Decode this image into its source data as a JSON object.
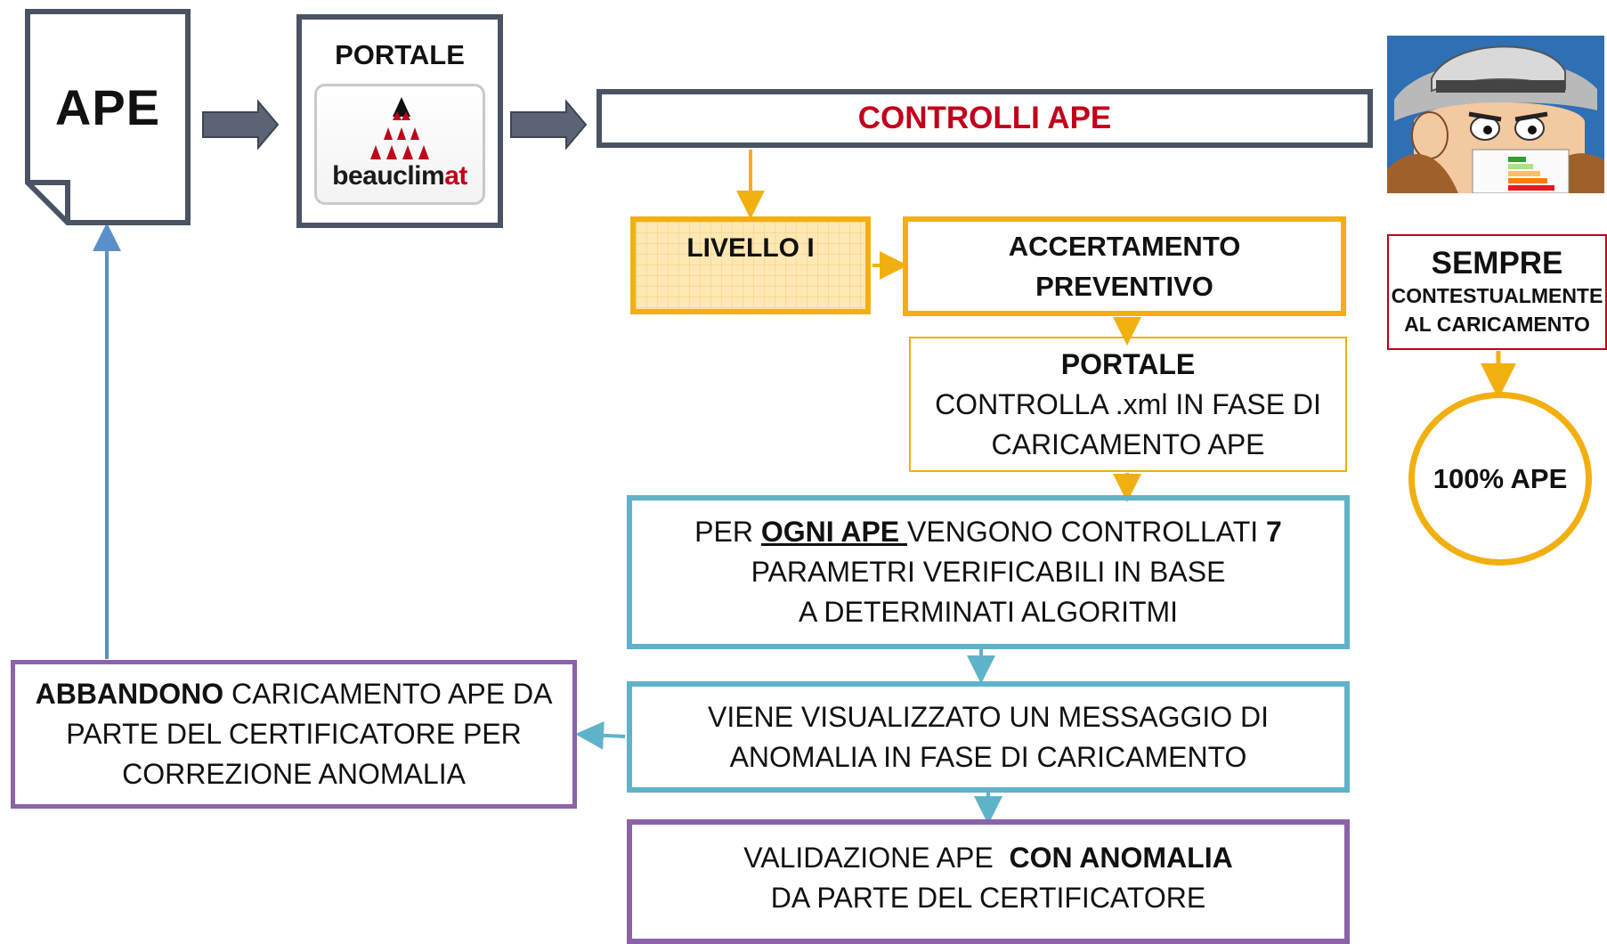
{
  "ape": {
    "label": "APE"
  },
  "portale": {
    "title": "PORTALE",
    "logo_text_a": "beauclim",
    "logo_text_b": "at"
  },
  "controlli": {
    "title": "CONTROLLI APE"
  },
  "livello": {
    "label": "LIVELLO I"
  },
  "accertamento": {
    "line1": "ACCERTAMENTO",
    "line2": "PREVENTIVO"
  },
  "portale_check": {
    "title": "PORTALE",
    "line1": "CONTROLLA .xml IN FASE DI",
    "line2": "CARICAMENTO APE"
  },
  "per_ogni": {
    "pre": "PER ",
    "emph": "OGNI APE ",
    "mid": "VENGONO CONTROLLATI ",
    "num": "7",
    "line2": "PARAMETRI VERIFICABILI IN BASE",
    "line3": "A DETERMINATI ALGORITMI"
  },
  "messaggio": {
    "line1": "VIENE VISUALIZZATO UN MESSAGGIO DI",
    "line2": "ANOMALIA IN FASE DI CARICAMENTO"
  },
  "validazione": {
    "pre": "VALIDAZIONE APE  ",
    "emph": "CON ANOMALIA",
    "line2": "DA PARTE DEL CERTIFICATORE"
  },
  "abbandono": {
    "emph": "ABBANDONO",
    "rest": " CARICAMENTO APE DA",
    "line2": "PARTE DEL CERTIFICATORE PER",
    "line3": "CORREZIONE ANOMALIA"
  },
  "sempre": {
    "big": "SEMPRE",
    "line1": "CONTESTUALMENTE",
    "line2": "AL CARICAMENTO"
  },
  "circle": {
    "label": "100% APE"
  },
  "colors": {
    "red": "#c0001a",
    "gray_arrow": "#5b6474",
    "orange": "#f2b010",
    "teal": "#5fb3c9",
    "purple": "#8a63a8",
    "blue": "#5b8fc9"
  }
}
